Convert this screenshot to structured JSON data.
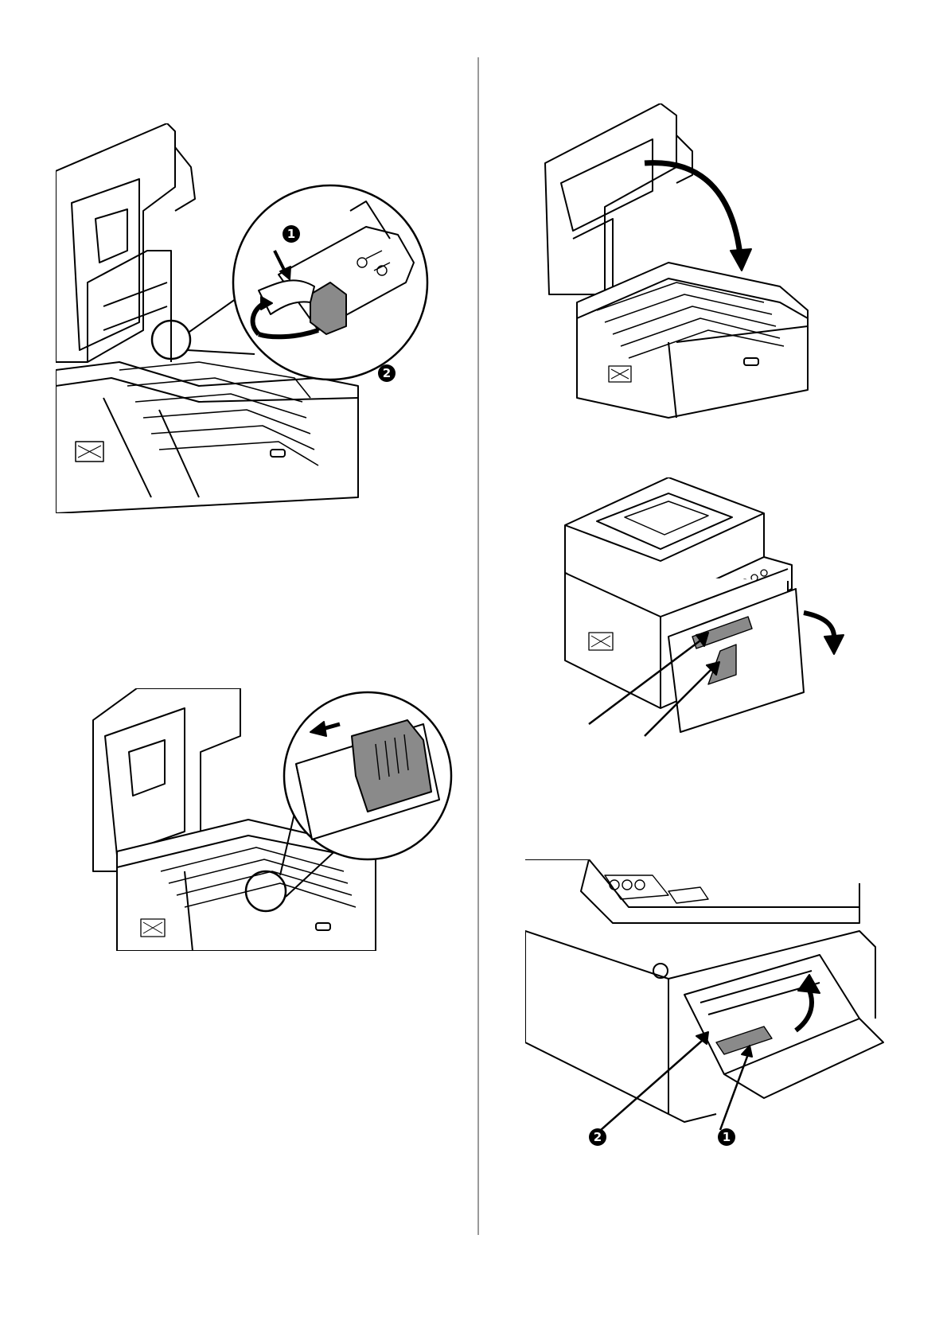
{
  "figures": [
    {
      "id": "lock-lever",
      "callouts": [
        "1",
        "2"
      ]
    },
    {
      "id": "toner-lever"
    },
    {
      "id": "close-top-cover"
    },
    {
      "id": "remove-tape"
    },
    {
      "id": "paper-tray-tape",
      "callouts": [
        "2",
        "1"
      ]
    }
  ],
  "colors": {
    "line": "#000000",
    "shade": "#8a8a8a",
    "divider": "#9a9a9a"
  }
}
